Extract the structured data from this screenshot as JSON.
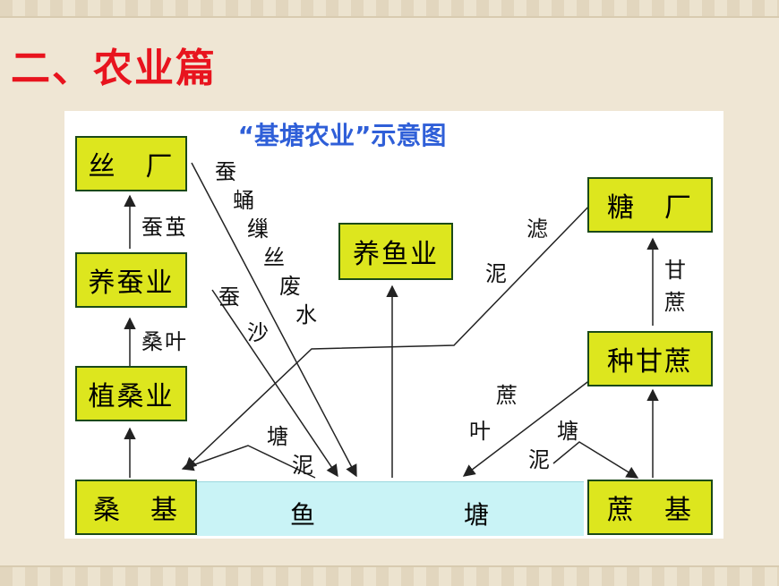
{
  "page": {
    "title": "二、农业篇"
  },
  "diagram": {
    "title": "“基塘农业”示意图",
    "boxes": {
      "silk_factory": "丝　厂",
      "silkworm": "养蚕业",
      "mulberry_planting": "植桑业",
      "mulberry_dike": "桑　基",
      "fish_farming": "养鱼业",
      "sugar_factory": "糖　厂",
      "sugarcane_planting": "种甘蔗",
      "cane_dike": "蔗　基"
    },
    "pond": {
      "left": "鱼",
      "right": "塘"
    },
    "labels": {
      "cocoon": [
        "蚕",
        "茧"
      ],
      "mulberry_leaf": [
        "桑",
        "叶"
      ],
      "pupa_waste": [
        "蚕",
        "蛹",
        "缫",
        "丝",
        "废",
        "水"
      ],
      "silkworm_sand": [
        "蚕",
        "沙"
      ],
      "pond_mud_left": [
        "塘",
        "泥"
      ],
      "filter_mud": [
        "滤",
        "泥"
      ],
      "sugarcane": [
        "甘",
        "蔗"
      ],
      "cane_leaf": [
        "蔗",
        "叶"
      ],
      "pond_mud_right": [
        "塘",
        "泥"
      ]
    }
  },
  "colors": {
    "title_red": "#e8141e",
    "diagram_title_blue": "#2f5fd8",
    "box_fill": "#dde61e",
    "box_border": "#1b4a18",
    "pond_fill": "#c9f3f6"
  }
}
